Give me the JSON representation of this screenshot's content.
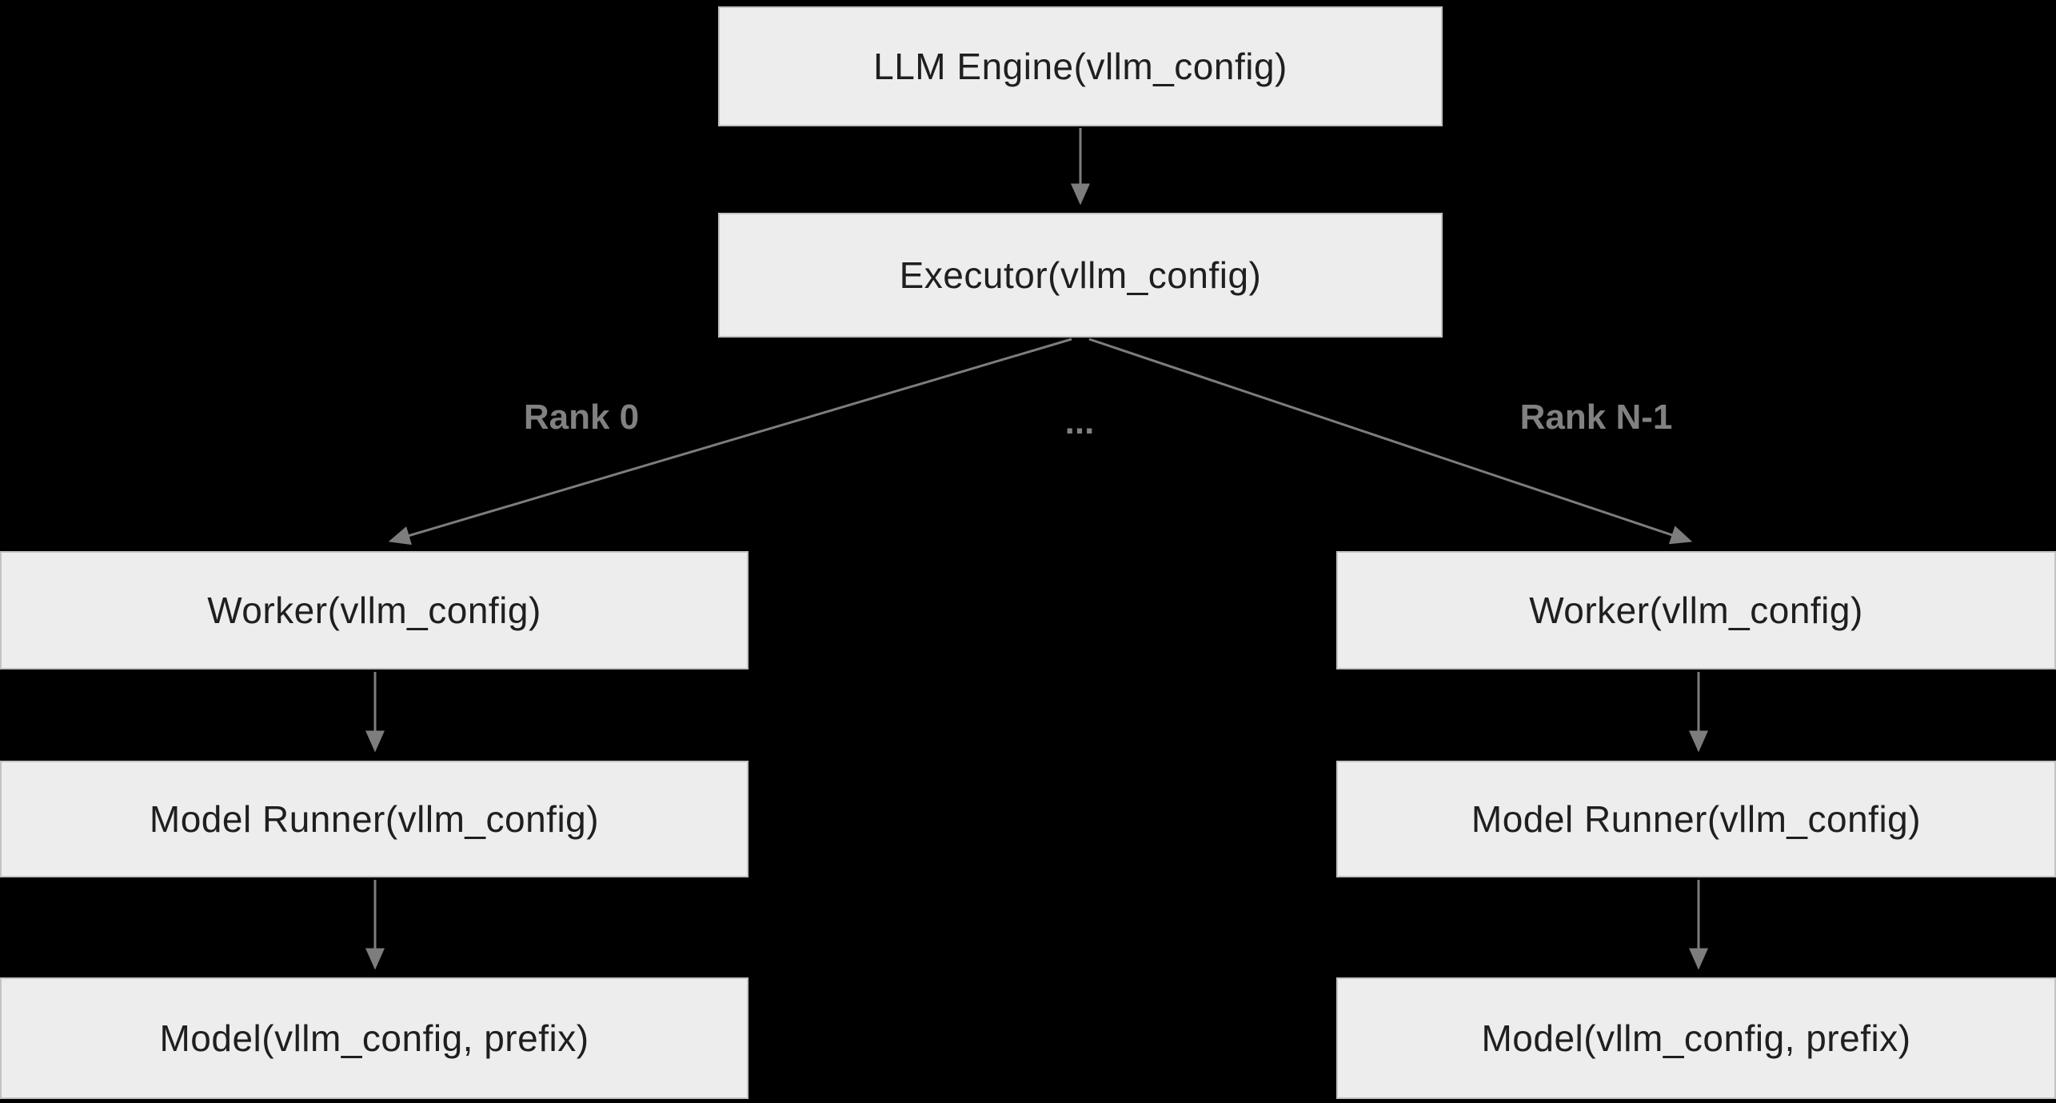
{
  "diagram": {
    "background_color": "#000000",
    "box_fill_color": "#ededed",
    "box_text_color": "#1f1f1f",
    "arrow_color": "#7d7d7d",
    "edge_label_color": "#818181",
    "nodes": {
      "llm_engine": {
        "label": "LLM Engine(vllm_config)"
      },
      "executor": {
        "label": "Executor(vllm_config)"
      },
      "worker_left": {
        "label": "Worker(vllm_config)"
      },
      "worker_right": {
        "label": "Worker(vllm_config)"
      },
      "model_runner_left": {
        "label": "Model Runner(vllm_config)"
      },
      "model_runner_right": {
        "label": "Model Runner(vllm_config)"
      },
      "model_left": {
        "label": "Model(vllm_config, prefix)"
      },
      "model_right": {
        "label": "Model(vllm_config, prefix)"
      }
    },
    "edge_labels": {
      "rank0": "Rank 0",
      "ellipsis": "...",
      "rank_n": "Rank N-1"
    }
  }
}
